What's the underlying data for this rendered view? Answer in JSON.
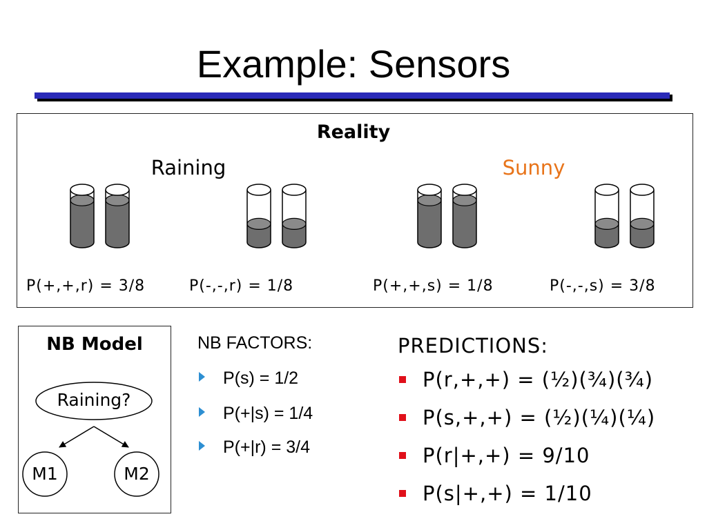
{
  "slide": {
    "title": "Example: Sensors"
  },
  "reality": {
    "heading": "Reality",
    "conditions": [
      {
        "label": "Raining",
        "color": "#000000"
      },
      {
        "label": "Sunny",
        "color": "#e8741a"
      }
    ],
    "jars": [
      {
        "fill_level": 0.8
      },
      {
        "fill_level": 0.8
      },
      {
        "fill_level": 0.35
      },
      {
        "fill_level": 0.35
      },
      {
        "fill_level": 0.8
      },
      {
        "fill_level": 0.8
      },
      {
        "fill_level": 0.35
      },
      {
        "fill_level": 0.35
      }
    ],
    "joint_probs": [
      "P(+,+,r) = 3/8",
      "P(-,-,r) = 1/8",
      "P(+,+,s) = 1/8",
      "P(-,-,s) = 3/8"
    ]
  },
  "nb_model": {
    "heading": "NB Model",
    "root": "Raining?",
    "children": [
      "M1",
      "M2"
    ]
  },
  "nb_factors": {
    "heading": "NB FACTORS:",
    "items": [
      "P(s) = 1/2",
      "P(+|s) = 1/4",
      "P(+|r) = 3/4"
    ],
    "bullet_color": "#2d8fd2"
  },
  "predictions": {
    "heading": "PREDICTIONS:",
    "items": [
      "P(r,+,+) = (½)(¾)(¾)",
      "P(s,+,+) = (½)(¼)(¼)",
      "P(r|+,+) = 9/10",
      "P(s|+,+) = 1/10"
    ],
    "bullet_color": "#e0101a"
  },
  "colors": {
    "title_rule": "#2a2ab8",
    "sunny_label": "#e8741a",
    "liquid": "#6e6e6e"
  }
}
